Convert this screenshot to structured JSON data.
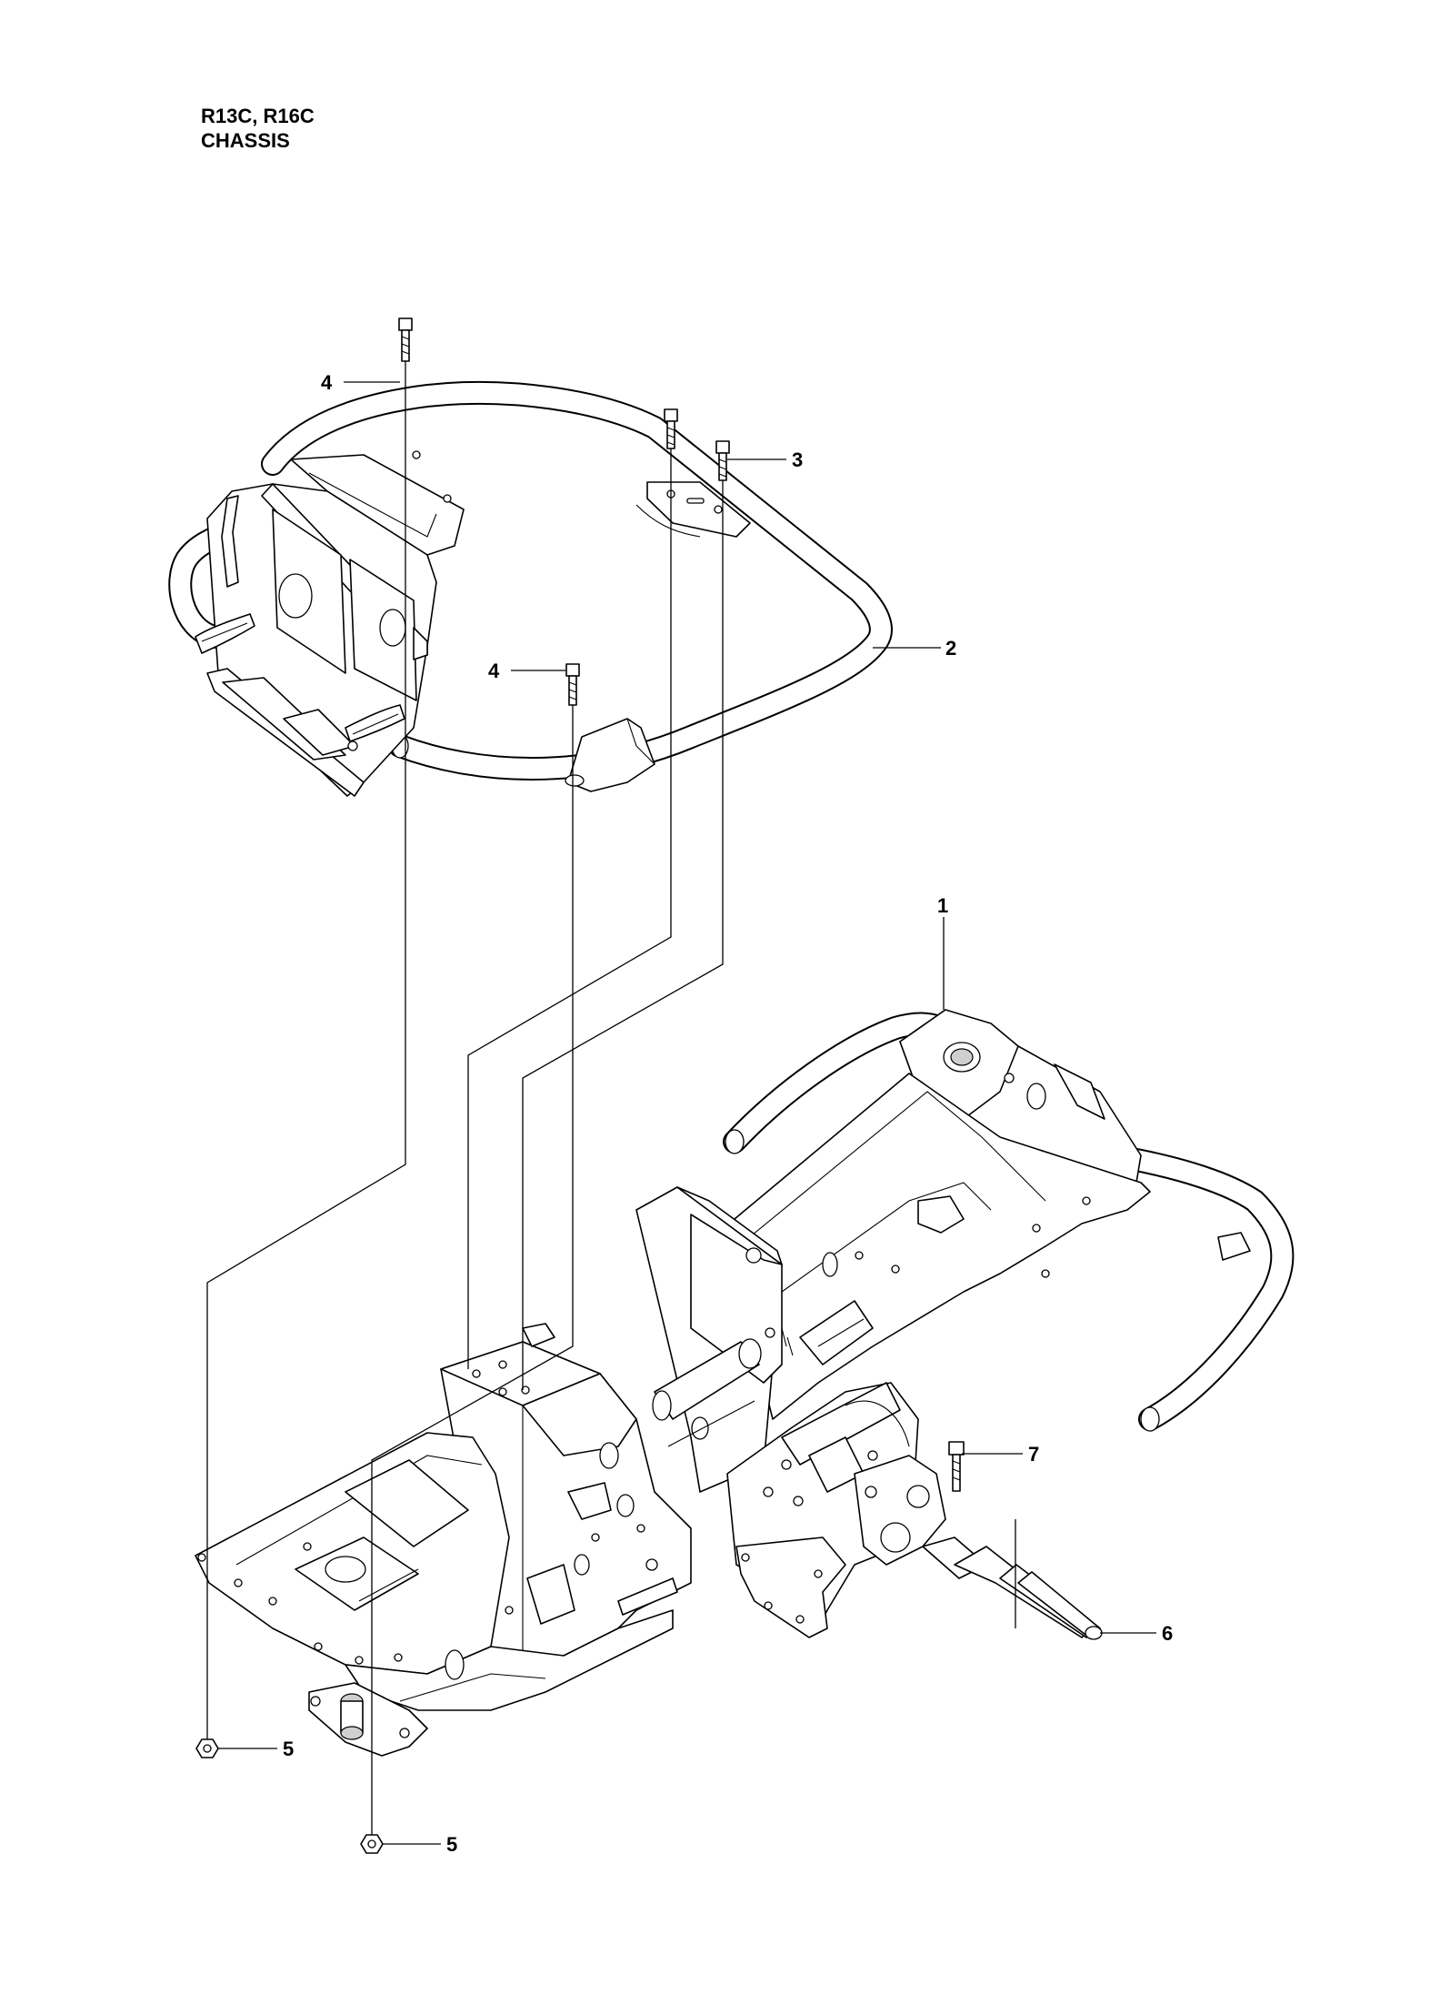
{
  "title": {
    "models": "R13C, R16C",
    "section": "CHASSIS"
  },
  "callouts": [
    {
      "id": "callout-1",
      "label": "1"
    },
    {
      "id": "callout-2",
      "label": "2"
    },
    {
      "id": "callout-3",
      "label": "3"
    },
    {
      "id": "callout-4a",
      "label": "4"
    },
    {
      "id": "callout-4b",
      "label": "4"
    },
    {
      "id": "callout-5a",
      "label": "5"
    },
    {
      "id": "callout-5b",
      "label": "5"
    },
    {
      "id": "callout-6",
      "label": "6"
    },
    {
      "id": "callout-7",
      "label": "7"
    }
  ],
  "colors": {
    "line": "#000000",
    "background": "#ffffff"
  }
}
